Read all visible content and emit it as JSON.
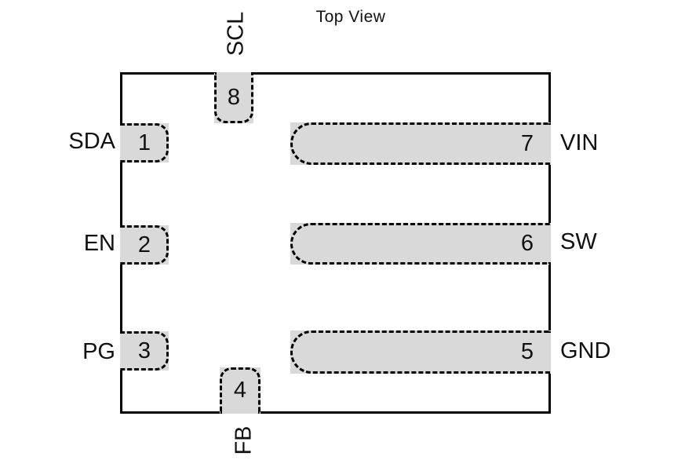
{
  "title": "Top View",
  "colors": {
    "pad_fill": "#d9d9d9",
    "stroke": "#000000",
    "background": "#ffffff"
  },
  "chip": {
    "package_view": "Top View",
    "pins": [
      {
        "number": "1",
        "name": "SDA",
        "side": "left"
      },
      {
        "number": "2",
        "name": "EN",
        "side": "left"
      },
      {
        "number": "3",
        "name": "PG",
        "side": "left"
      },
      {
        "number": "4",
        "name": "FB",
        "side": "bottom"
      },
      {
        "number": "5",
        "name": "GND",
        "side": "right"
      },
      {
        "number": "6",
        "name": "SW",
        "side": "right"
      },
      {
        "number": "7",
        "name": "VIN",
        "side": "right"
      },
      {
        "number": "8",
        "name": "SCL",
        "side": "top"
      }
    ]
  }
}
